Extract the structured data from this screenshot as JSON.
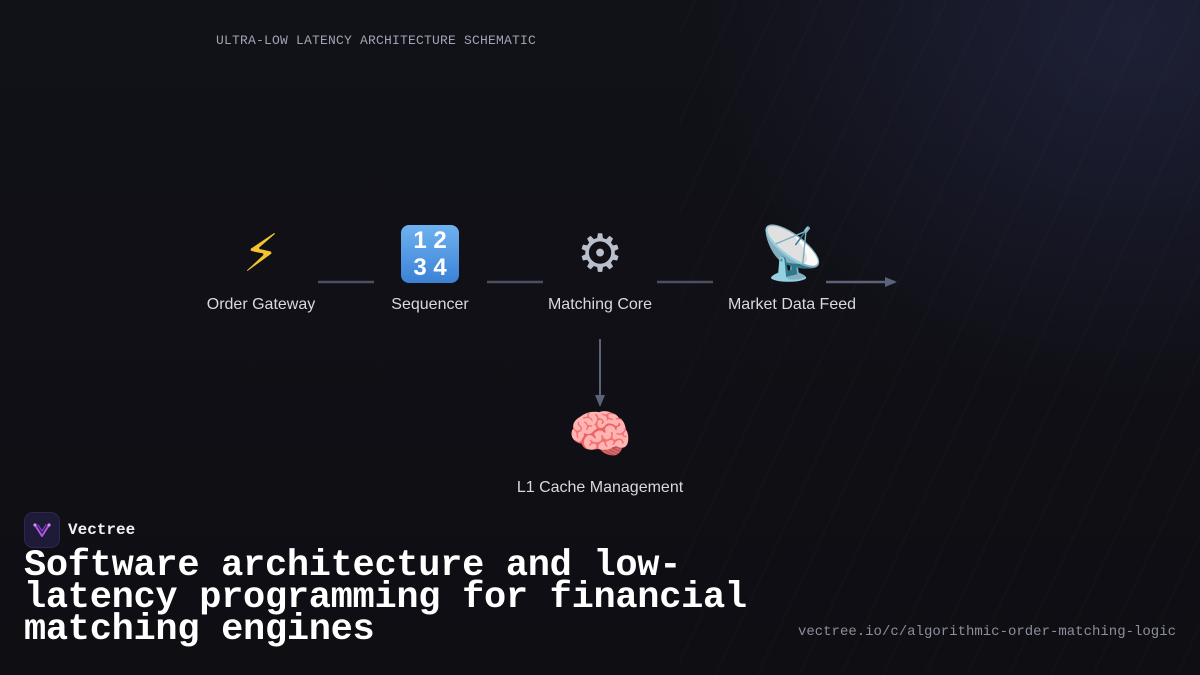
{
  "schematic_label": "ULTRA-LOW LATENCY ARCHITECTURE SCHEMATIC",
  "nodes": [
    {
      "label": "Order Gateway",
      "icon": "lightning-bolt-icon",
      "glyph": "⚡"
    },
    {
      "label": "Sequencer",
      "icon": "numbers-1234-icon",
      "glyph": "1 2\n3 4"
    },
    {
      "label": "Matching Core",
      "icon": "gear-icon",
      "glyph": "⚙"
    },
    {
      "label": "Market Data Feed",
      "icon": "satellite-dish-icon",
      "glyph": "📡"
    },
    {
      "label": "L1 Cache Management",
      "icon": "brain-icon",
      "glyph": "🧠"
    }
  ],
  "colors": {
    "background": "#0f0f14",
    "connector": "#5c6378",
    "label": "#d8d9e1",
    "brand_accent": "#b455e6"
  },
  "brand": {
    "name": "Vectree",
    "logo_icon": "vectree-logo-icon"
  },
  "headline": "Software architecture and low-latency programming for financial matching engines",
  "url": "vectree.io/c/algorithmic-order-matching-logic"
}
